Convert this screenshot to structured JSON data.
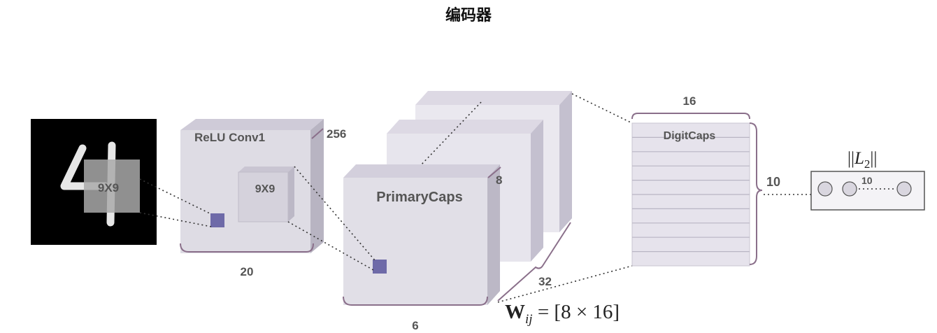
{
  "title": "编码器",
  "input": {
    "kernel_label": "9X9"
  },
  "conv1": {
    "name": "ReLU Conv1",
    "kernel_label": "9X9",
    "depth": "256",
    "width": "20"
  },
  "primary": {
    "name": "PrimaryCaps",
    "depth": "8",
    "count": "32",
    "width": "6"
  },
  "weight_formula": {
    "bold": "W",
    "sub": "ij",
    "rest": " = [8 × 16]"
  },
  "digit": {
    "name": "DigitCaps",
    "width": "16",
    "height": "10"
  },
  "output": {
    "label_prefix": "||",
    "label_var": "L",
    "label_sub": "2",
    "label_suffix": "||",
    "left_count": "10",
    "inner_count": "10"
  },
  "colors": {
    "cube_face": "#dedce4",
    "cube_side": "#b8b4c2",
    "cube_top": "#cfcbd8",
    "kernel": "#6e6aa8",
    "brace": "#8a6f8a"
  }
}
